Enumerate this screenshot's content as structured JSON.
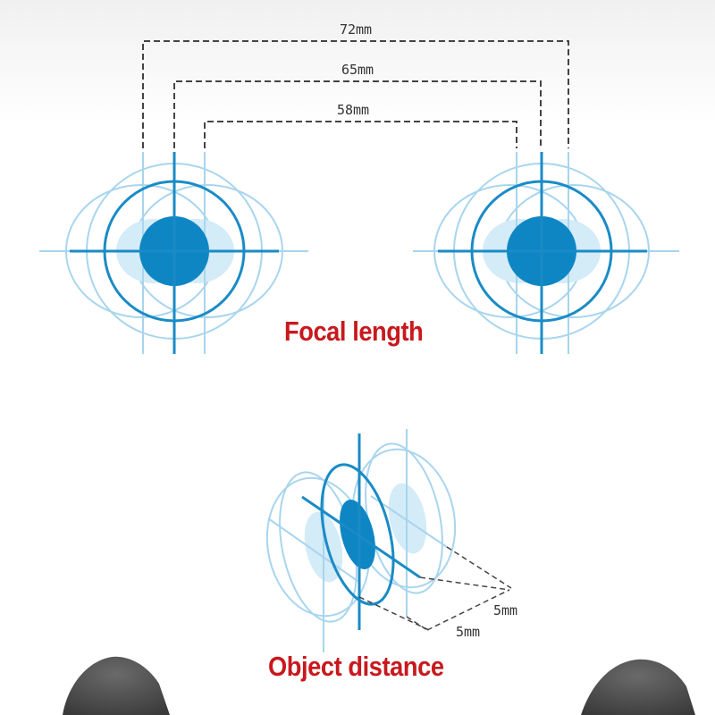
{
  "colors": {
    "dark_blue": "#0e86c4",
    "mid_blue": "#2a9ad4",
    "light_blue": "#a8d5ee",
    "pale_blue": "#d4ebf8",
    "dimension_line": "#444444",
    "caption_red": "#c8191e",
    "headrest": "#5a5a5a"
  },
  "dimensions": {
    "outer": "72mm",
    "middle": "65mm",
    "inner": "58mm",
    "depth_a": "5mm",
    "depth_b": "5mm"
  },
  "captions": {
    "focal_length": "Focal length",
    "object_distance": "Object distance"
  }
}
